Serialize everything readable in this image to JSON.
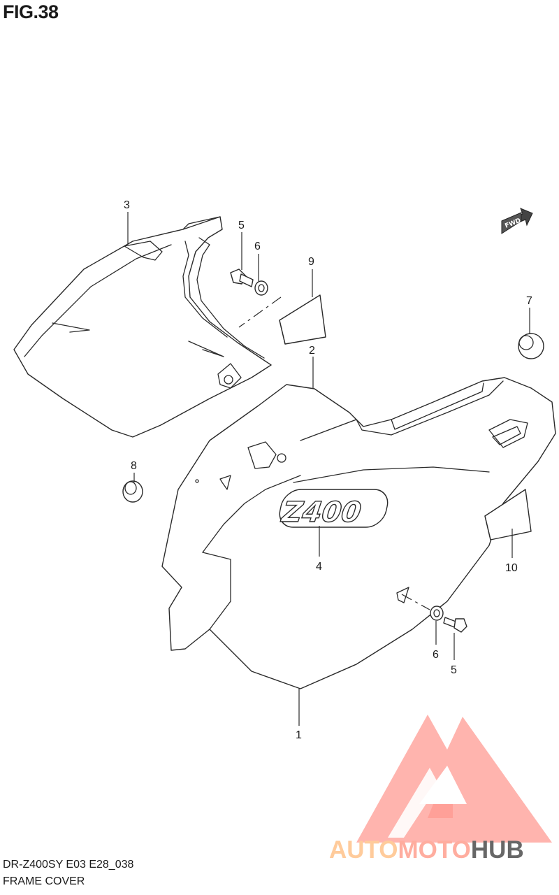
{
  "figure": {
    "title": "FIG.38"
  },
  "footer": {
    "model_code": "DR-Z400SY E03 E28_038",
    "section_name": "FRAME COVER"
  },
  "fwd_badge": "FWD",
  "emblem_text": "Z400",
  "callouts": [
    "1",
    "2",
    "3",
    "4",
    "5",
    "5",
    "6",
    "6",
    "7",
    "8",
    "9",
    "10"
  ],
  "watermark": {
    "word_1": "AUTO",
    "word_2": "MOTO",
    "word_3": "HUB",
    "color_light": "#ffab8f",
    "color_dark": "#4d4d4d",
    "triangle_color": "#ff8a80"
  }
}
